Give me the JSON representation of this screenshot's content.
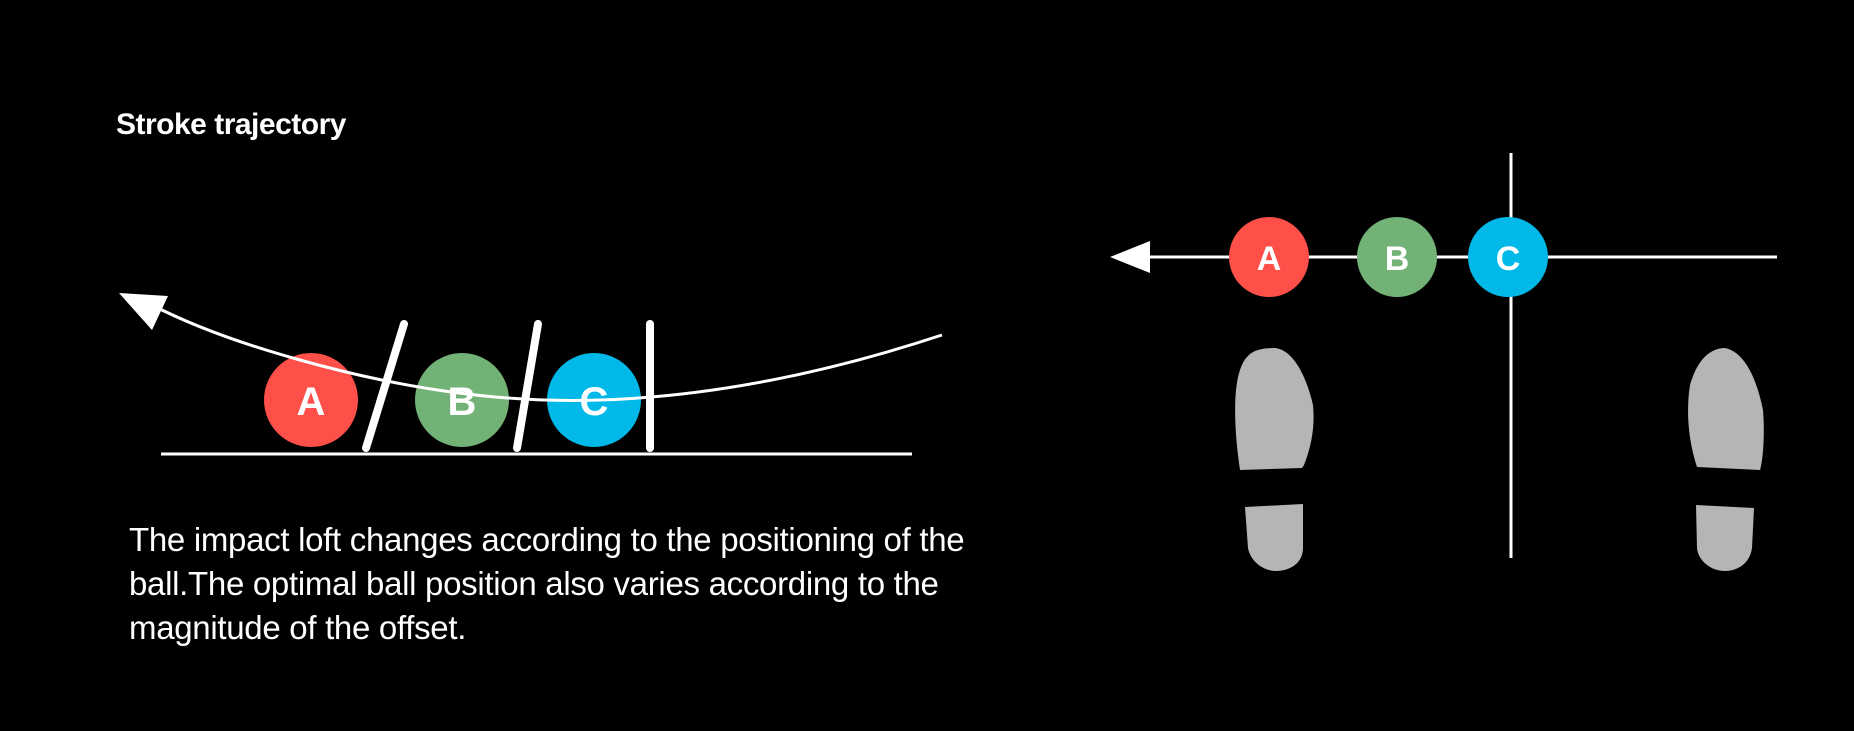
{
  "title": "Stroke trajectory",
  "description": "The impact loft changes according to the positioning of the ball.The optimal ball position also varies according to the magnitude of the offset.",
  "balls": [
    {
      "label": "A",
      "color": "#fe5049"
    },
    {
      "label": "B",
      "color": "#73b277"
    },
    {
      "label": "C",
      "color": "#00b9e8"
    }
  ],
  "foot_color": "#b4b5b4"
}
